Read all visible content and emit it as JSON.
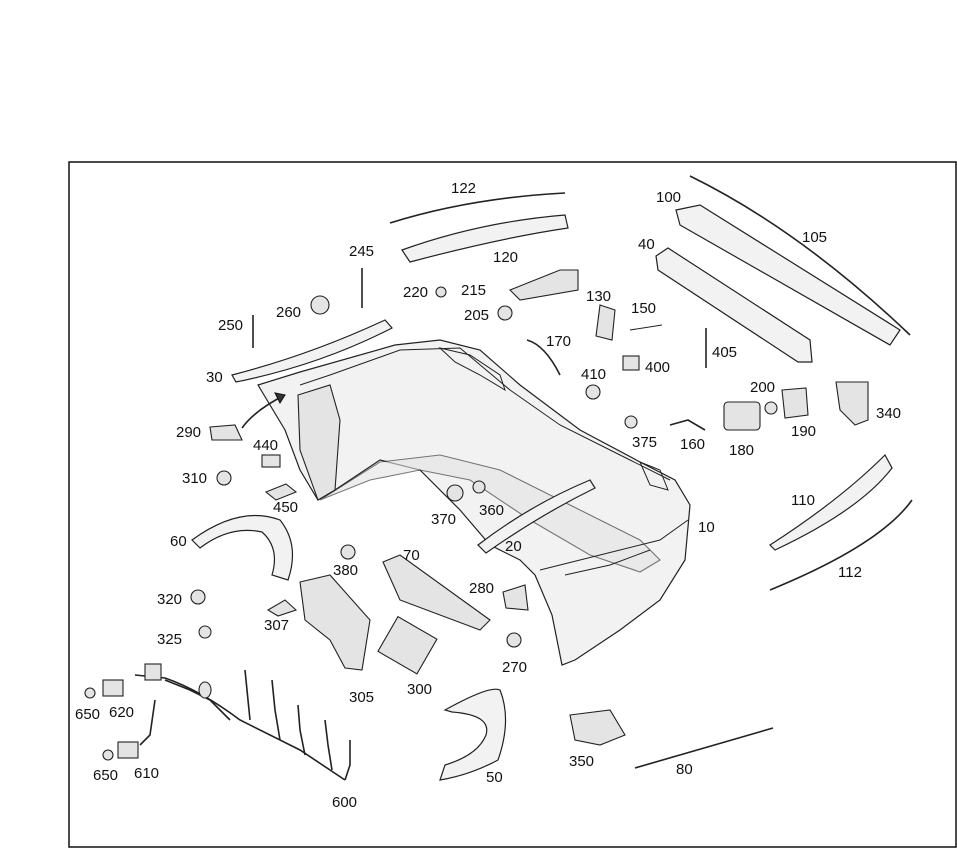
{
  "labels": {
    "l10": "10",
    "l20": "20",
    "l30": "30",
    "l40": "40",
    "l50": "50",
    "l60": "60",
    "l70": "70",
    "l80": "80",
    "l100": "100",
    "l105": "105",
    "l110": "110",
    "l112": "112",
    "l120": "120",
    "l122": "122",
    "l130": "130",
    "l150": "150",
    "l160": "160",
    "l170": "170",
    "l180": "180",
    "l190": "190",
    "l200": "200",
    "l205": "205",
    "l215": "215",
    "l220": "220",
    "l245": "245",
    "l250": "250",
    "l260": "260",
    "l270": "270",
    "l280": "280",
    "l290": "290",
    "l300": "300",
    "l305": "305",
    "l307": "307",
    "l310": "310",
    "l320": "320",
    "l325": "325",
    "l340": "340",
    "l350": "350",
    "l360": "360",
    "l370": "370",
    "l375": "375",
    "l380": "380",
    "l400": "400",
    "l405": "405",
    "l410": "410",
    "l440": "440",
    "l450": "450",
    "l600": "600",
    "l610": "610",
    "l620": "620",
    "l650a": "650",
    "l650b": "650"
  }
}
